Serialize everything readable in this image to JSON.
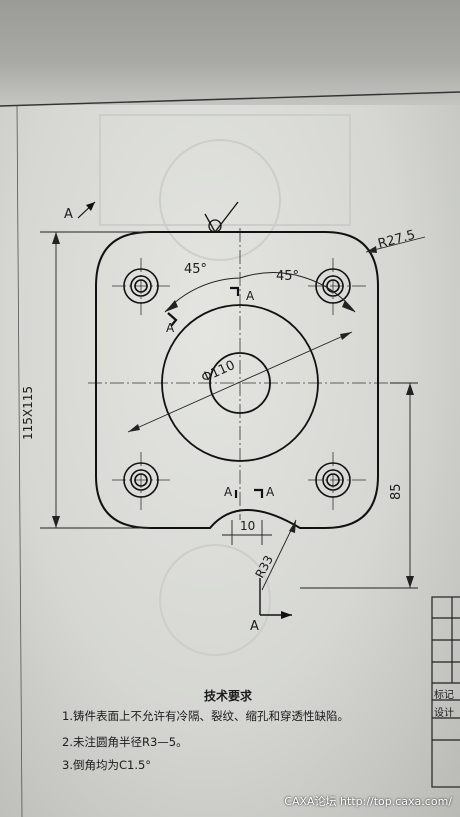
{
  "drawing": {
    "section_labels": {
      "left_arrow": "A",
      "top_center": "A",
      "left_45": "A",
      "bottom_left": "A",
      "bottom_right": "A",
      "bottom_arrow": "A"
    },
    "dimensions": {
      "angle_left": "45°",
      "angle_right": "45°",
      "corner_radius": "R27.5",
      "bore_diameter": "Φ110",
      "plate_size": "115X115",
      "height_offset": "85",
      "slot_width": "10",
      "arc_radius": "R33"
    }
  },
  "technical_requirements": {
    "title": "技术要求",
    "notes": [
      "1.铸件表面上不允许有冷隔、裂纹、缩孔和穿透性缺陷。",
      "2.未注圆角半径R3—5。",
      "3.倒角均为C1.5°"
    ]
  },
  "title_block": {
    "cell_1": "标记",
    "cell_2": "设计"
  },
  "watermark": "CAXA论坛 http://top.caxa.com/"
}
